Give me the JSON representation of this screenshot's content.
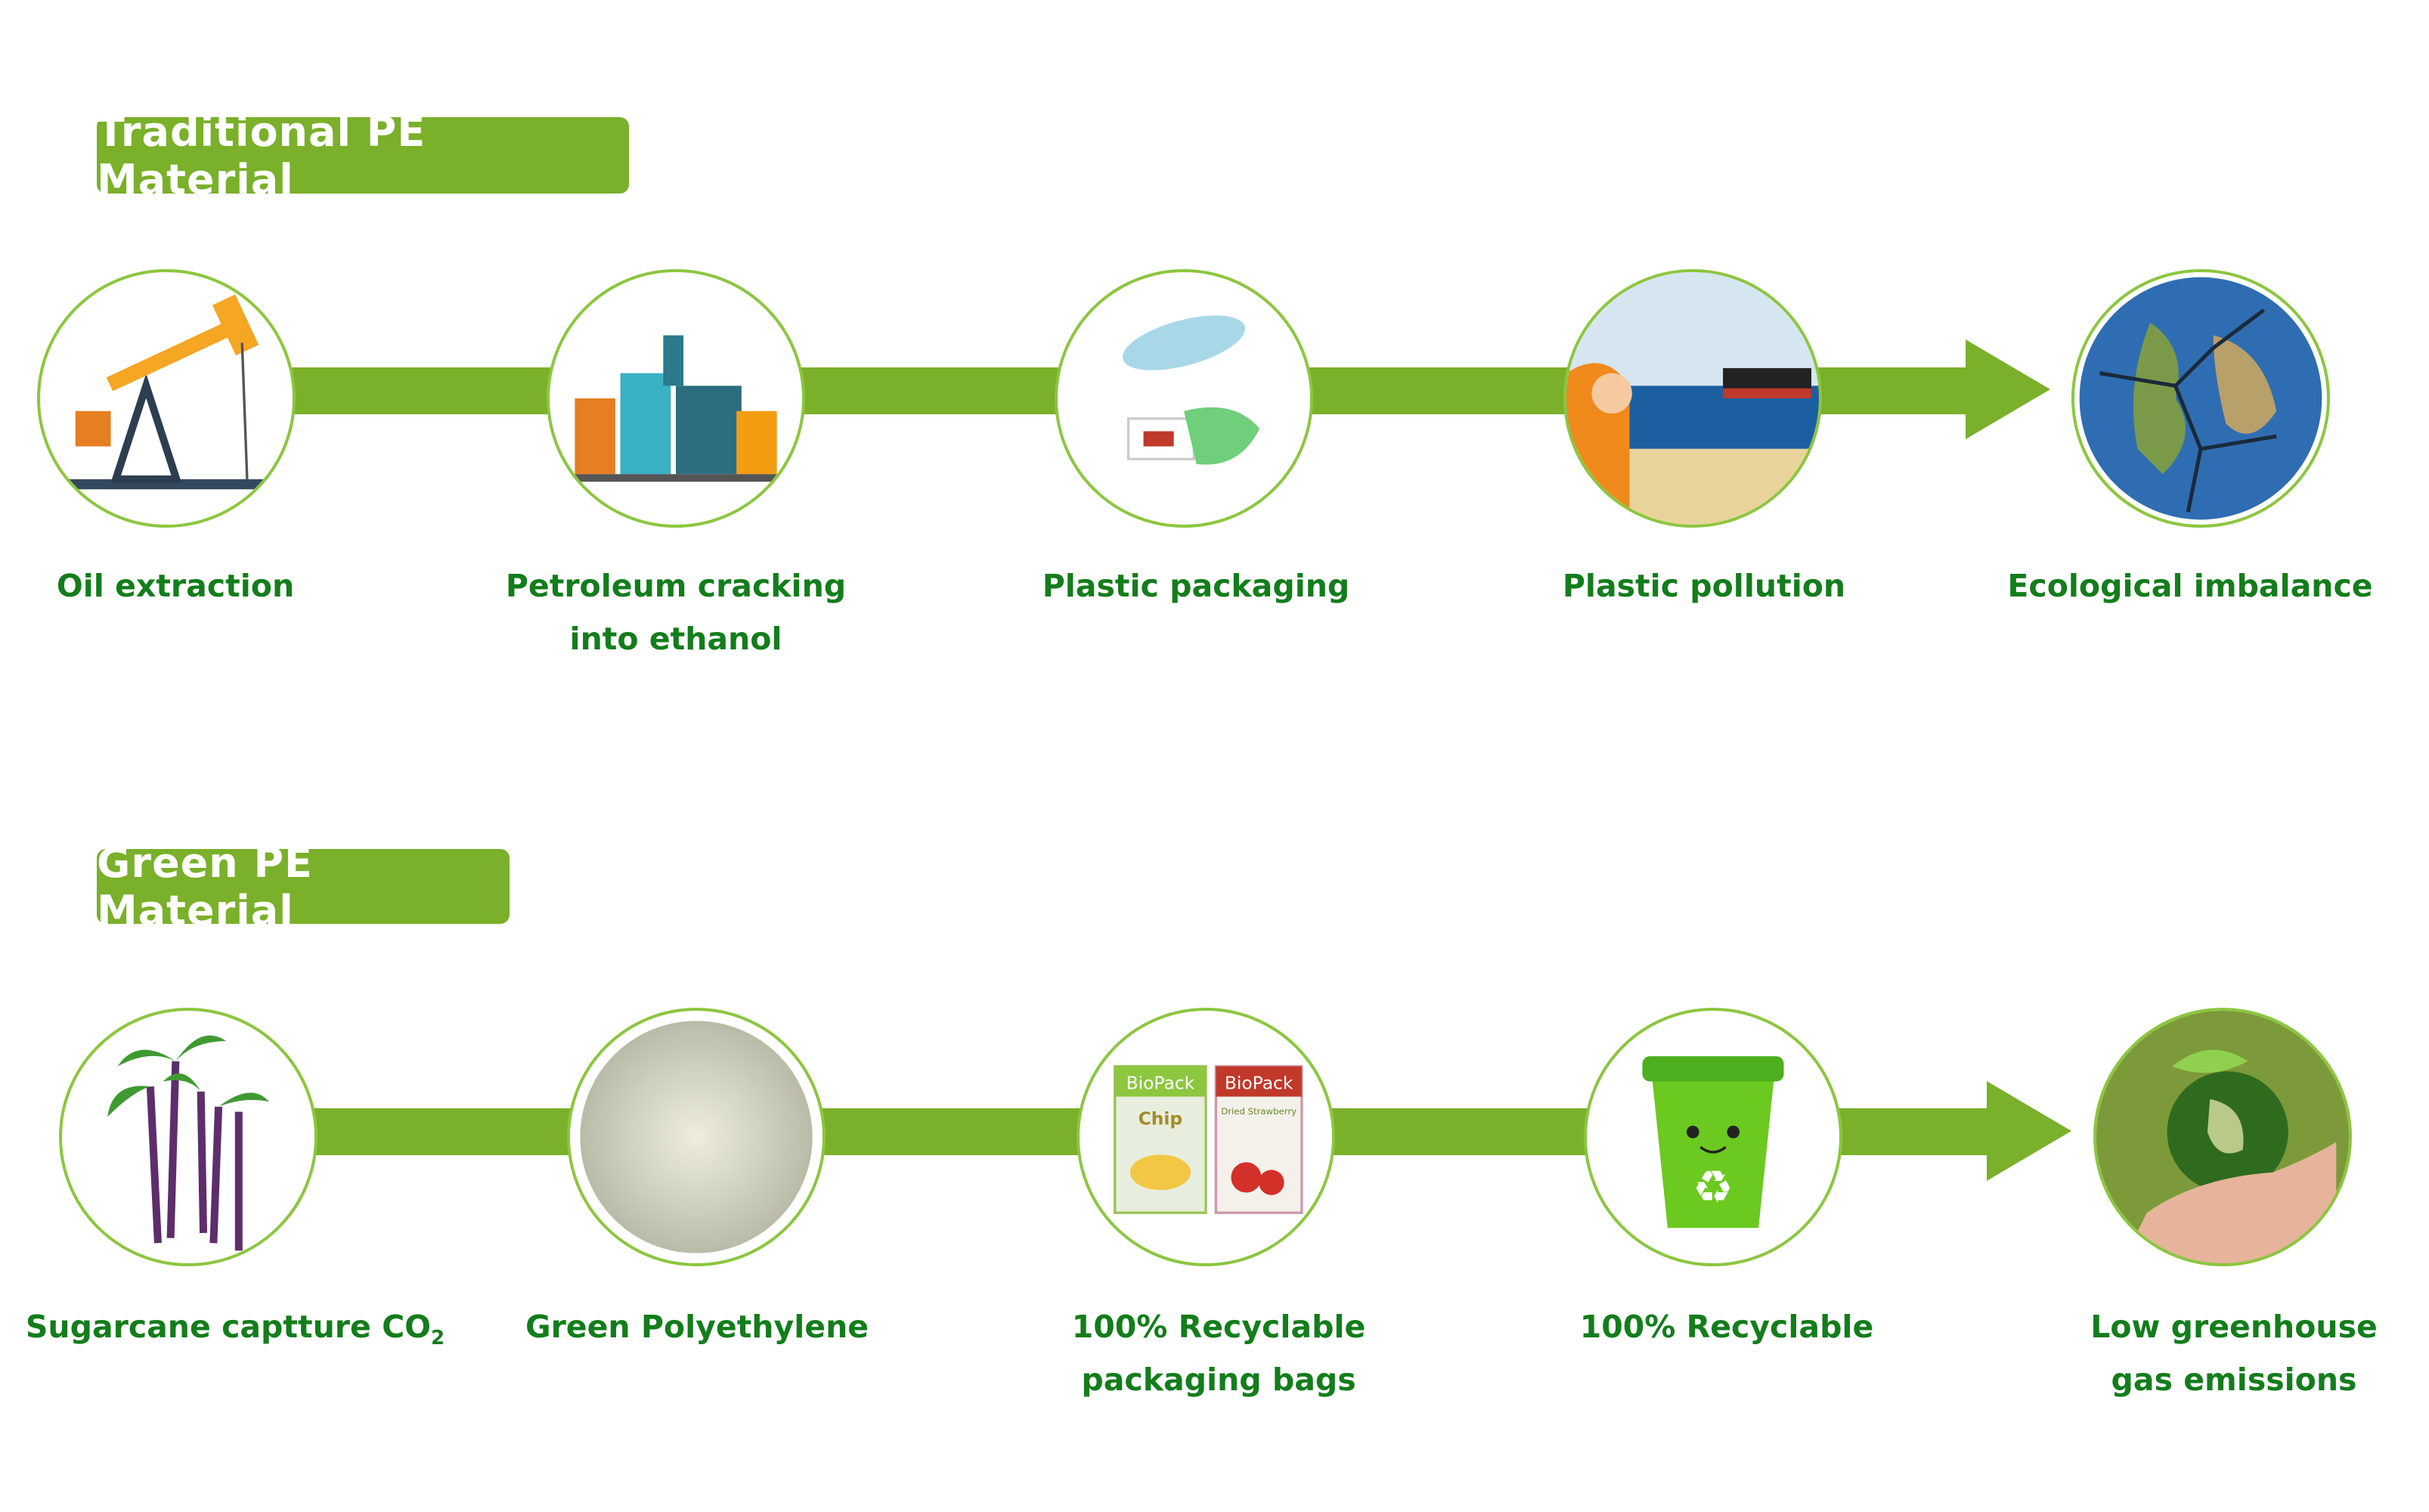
{
  "colors": {
    "accent": "#7ab02a",
    "label": "#137d1b",
    "circle_border": "#8cc63f"
  },
  "traditional": {
    "title": "Traditional PE Material",
    "steps": [
      {
        "label": "Oil extraction",
        "icon": "oil-pump-icon"
      },
      {
        "label": "Petroleum cracking",
        "label2": "into ethanol",
        "icon": "refinery-icon"
      },
      {
        "label": "Plastic packaging",
        "icon": "plastic-waste-icon"
      },
      {
        "label": "Plastic pollution",
        "icon": "ocean-pollution-icon"
      },
      {
        "label": "Ecological imbalance",
        "icon": "cracked-earth-icon"
      }
    ]
  },
  "green": {
    "title": "Green PE Material",
    "steps": [
      {
        "label": "Sugarcane captture CO",
        "sub": "2",
        "icon": "sugarcane-icon"
      },
      {
        "label": "Green Polyethylene",
        "icon": "pellets-icon"
      },
      {
        "label": "100% Recyclable",
        "label2": "packaging bags",
        "icon": "biopack-bags-icon",
        "bags": [
          {
            "brand": "BioPack",
            "name": "Chip"
          },
          {
            "brand": "BioPack",
            "name": "Dried Strawberry"
          }
        ]
      },
      {
        "label": "100% Recyclable",
        "icon": "recycle-bin-icon"
      },
      {
        "label": "Low greenhouse",
        "label2": "gas emissions",
        "icon": "earth-in-hand-icon"
      }
    ]
  }
}
